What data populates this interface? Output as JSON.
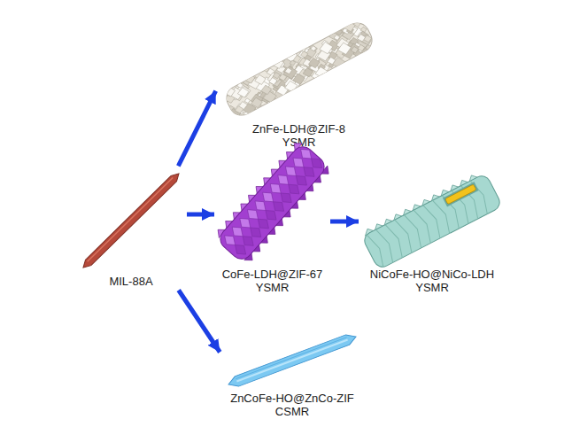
{
  "diagram": {
    "nodes": [
      {
        "text": [
          "MIL-88A"
        ]
      },
      {
        "text": [
          "ZnFe-LDH@ZIF-8 YSMR"
        ]
      },
      {
        "text": [
          "CoFe-LDH@ZIF-67 YSMR"
        ]
      },
      {
        "text": [
          "NiCoFe-HO@NiCo-LDH YSMR"
        ]
      },
      {
        "text": [
          "ZnCoFe-HO@ZnCo-ZIF CSMR"
        ]
      }
    ],
    "edges": [
      {
        "from": 0,
        "to": 1,
        "arrow": "to"
      },
      {
        "from": 0,
        "to": 2,
        "arrow": "to"
      },
      {
        "from": 2,
        "to": 3,
        "arrow": "to"
      },
      {
        "from": 0,
        "to": 4,
        "arrow": "to"
      }
    ]
  }
}
